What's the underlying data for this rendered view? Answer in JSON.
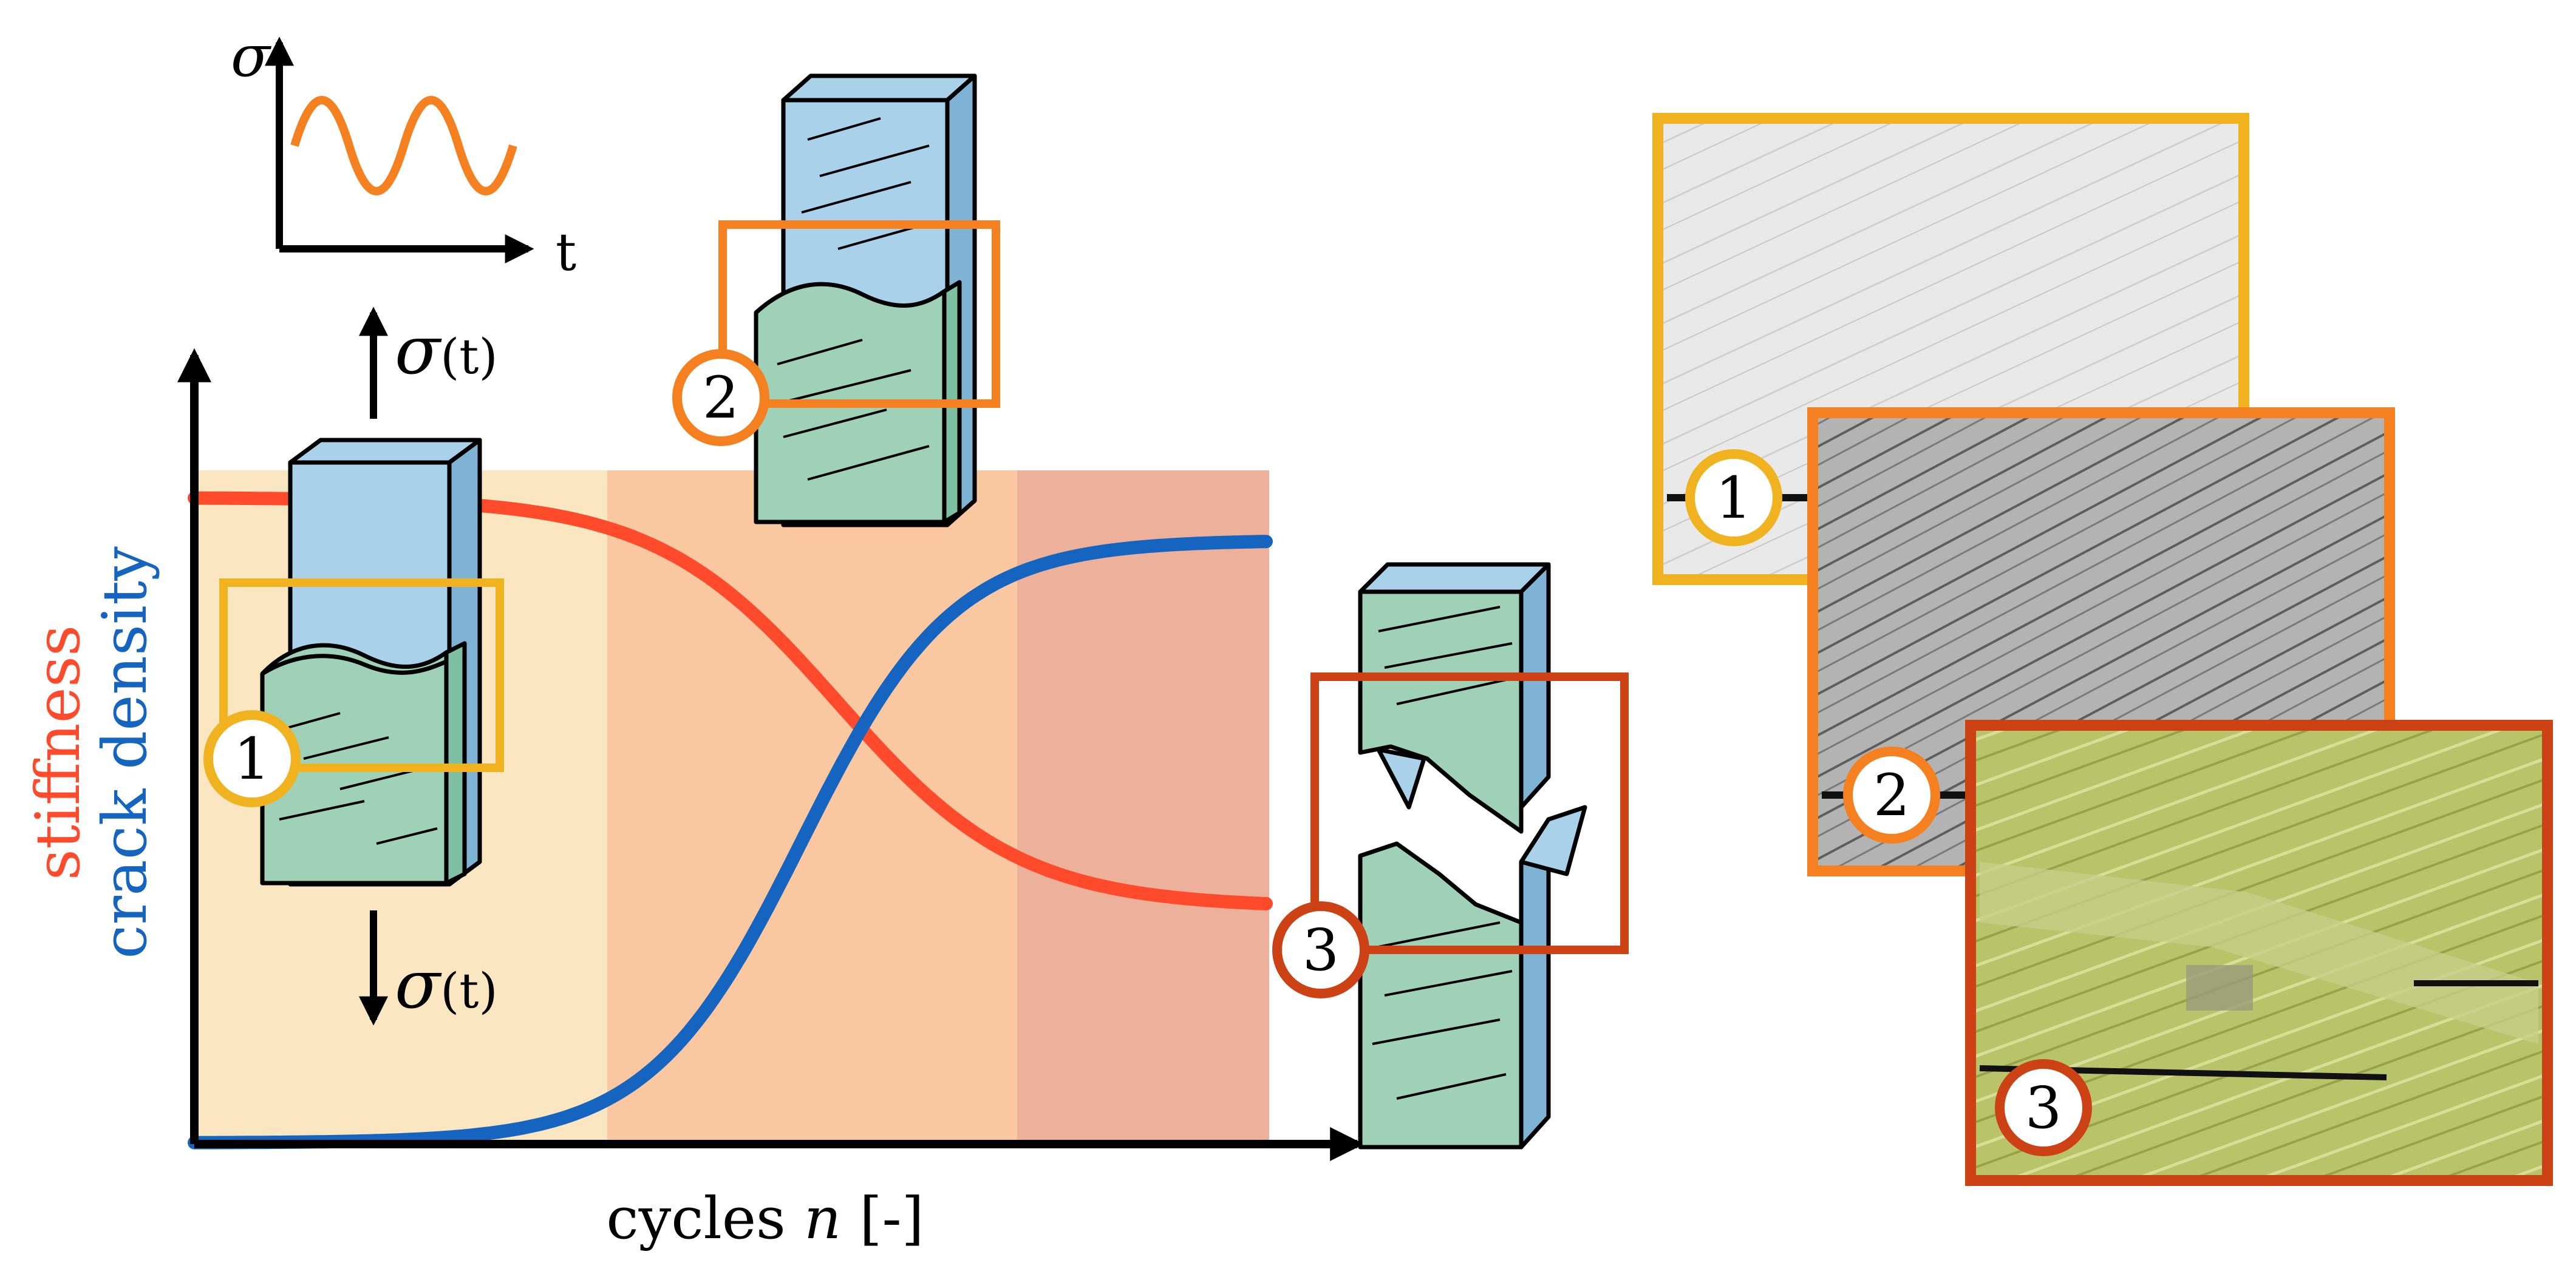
{
  "labels": {
    "sigma_symbol": "σ",
    "time_symbol": "t",
    "sigma_t_top": "σ",
    "sigma_t_top_arg": "(t)",
    "sigma_t_bottom": "σ",
    "sigma_t_bottom_arg": "(t)",
    "stiffness": "stiffness",
    "crack_density": "crack density",
    "xlabel_prefix": "cycles ",
    "xlabel_var": "n",
    "xlabel_suffix": " [-]"
  },
  "stages": [
    {
      "number": "1",
      "color": "#F0B31F"
    },
    {
      "number": "2",
      "color": "#F4801F"
    },
    {
      "number": "3",
      "color": "#CC4214"
    }
  ],
  "photos": [
    {
      "number": "1",
      "color": "#F0B31F"
    },
    {
      "number": "2",
      "color": "#F4801F"
    },
    {
      "number": "3",
      "color": "#CC4214"
    }
  ],
  "colors": {
    "stiffness": "#FF4B2B",
    "crack_density": "#1565C0",
    "zone1": "#FBE6C2",
    "zone2": "#F9C8A0",
    "zone3": "#ECB09B",
    "laminate_blue": "#A9D1EA",
    "laminate_green": "#9FD0B8",
    "wave": "#F4801F"
  }
}
